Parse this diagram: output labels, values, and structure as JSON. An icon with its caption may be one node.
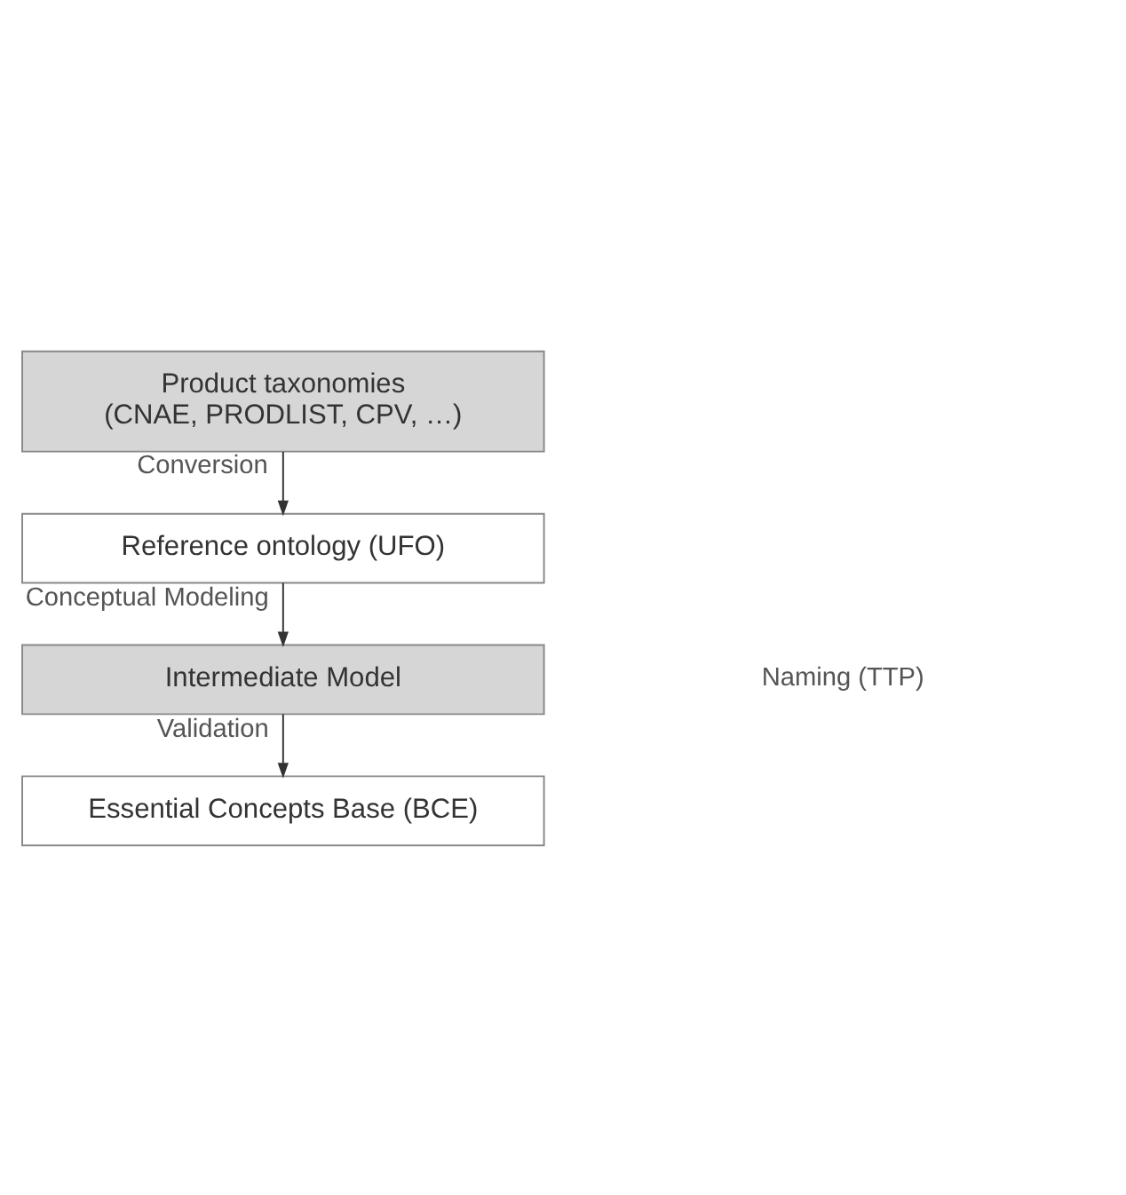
{
  "diagram": {
    "nodes": [
      {
        "text": [
          "Product taxonomies (CNAE, PRODLIST, CPV, …)"
        ]
      },
      {
        "text": [
          "Reference ontology (UFO)"
        ]
      },
      {
        "text": [
          "Intermediate Model"
        ]
      },
      {
        "text": [
          "Essential Concepts Base (BCE)"
        ]
      }
    ],
    "edges": [
      {
        "from": 0,
        "to": 1,
        "arrow": "to",
        "label": "Conversion"
      },
      {
        "from": 1,
        "to": 2,
        "arrow": "to",
        "label": "Conceptual Modeling"
      },
      {
        "from": 2,
        "to": 3,
        "arrow": "to",
        "label": "Validation"
      }
    ],
    "labels": [
      "Naming (TTP)"
    ]
  }
}
